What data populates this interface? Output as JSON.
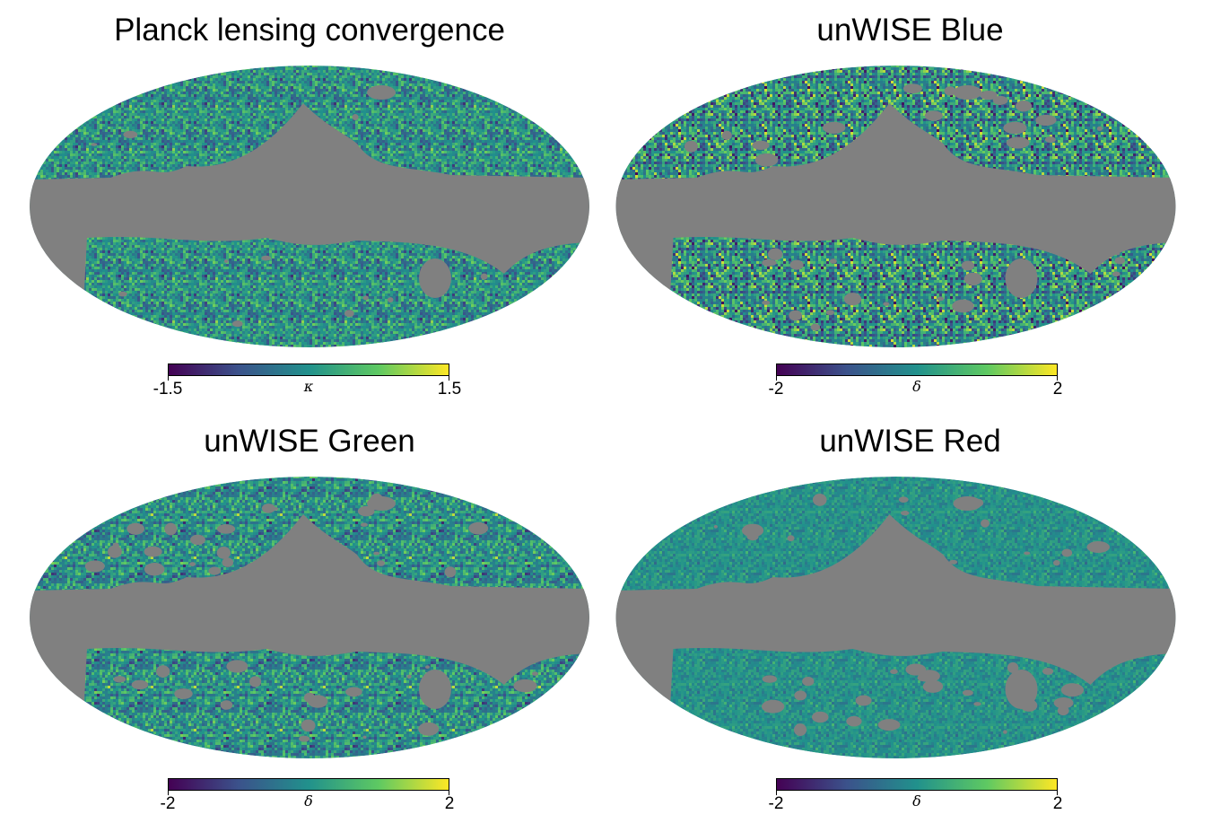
{
  "colors": {
    "masked": "#808080",
    "viridis": [
      "#440154",
      "#3b528b",
      "#21918c",
      "#5ec962",
      "#fde725"
    ]
  },
  "panels": [
    {
      "title": "Planck lensing convergence",
      "colorbar": {
        "min_label": "-1.5",
        "max_label": "1.5",
        "symbol": "κ",
        "min": -1.5,
        "max": 1.5
      },
      "noise": {
        "spread": 0.13,
        "holes": "few"
      }
    },
    {
      "title": "unWISE Blue",
      "colorbar": {
        "min_label": "-2",
        "max_label": "2",
        "symbol": "δ",
        "min": -2,
        "max": 2
      },
      "noise": {
        "spread": 0.2,
        "holes": "many"
      }
    },
    {
      "title": "unWISE Green",
      "colorbar": {
        "min_label": "-2",
        "max_label": "2",
        "symbol": "δ",
        "min": -2,
        "max": 2
      },
      "noise": {
        "spread": 0.14,
        "holes": "many"
      }
    },
    {
      "title": "unWISE Red",
      "colorbar": {
        "min_label": "-2",
        "max_label": "2",
        "symbol": "δ",
        "min": -2,
        "max": 2
      },
      "noise": {
        "spread": 0.06,
        "holes": "many"
      }
    }
  ]
}
